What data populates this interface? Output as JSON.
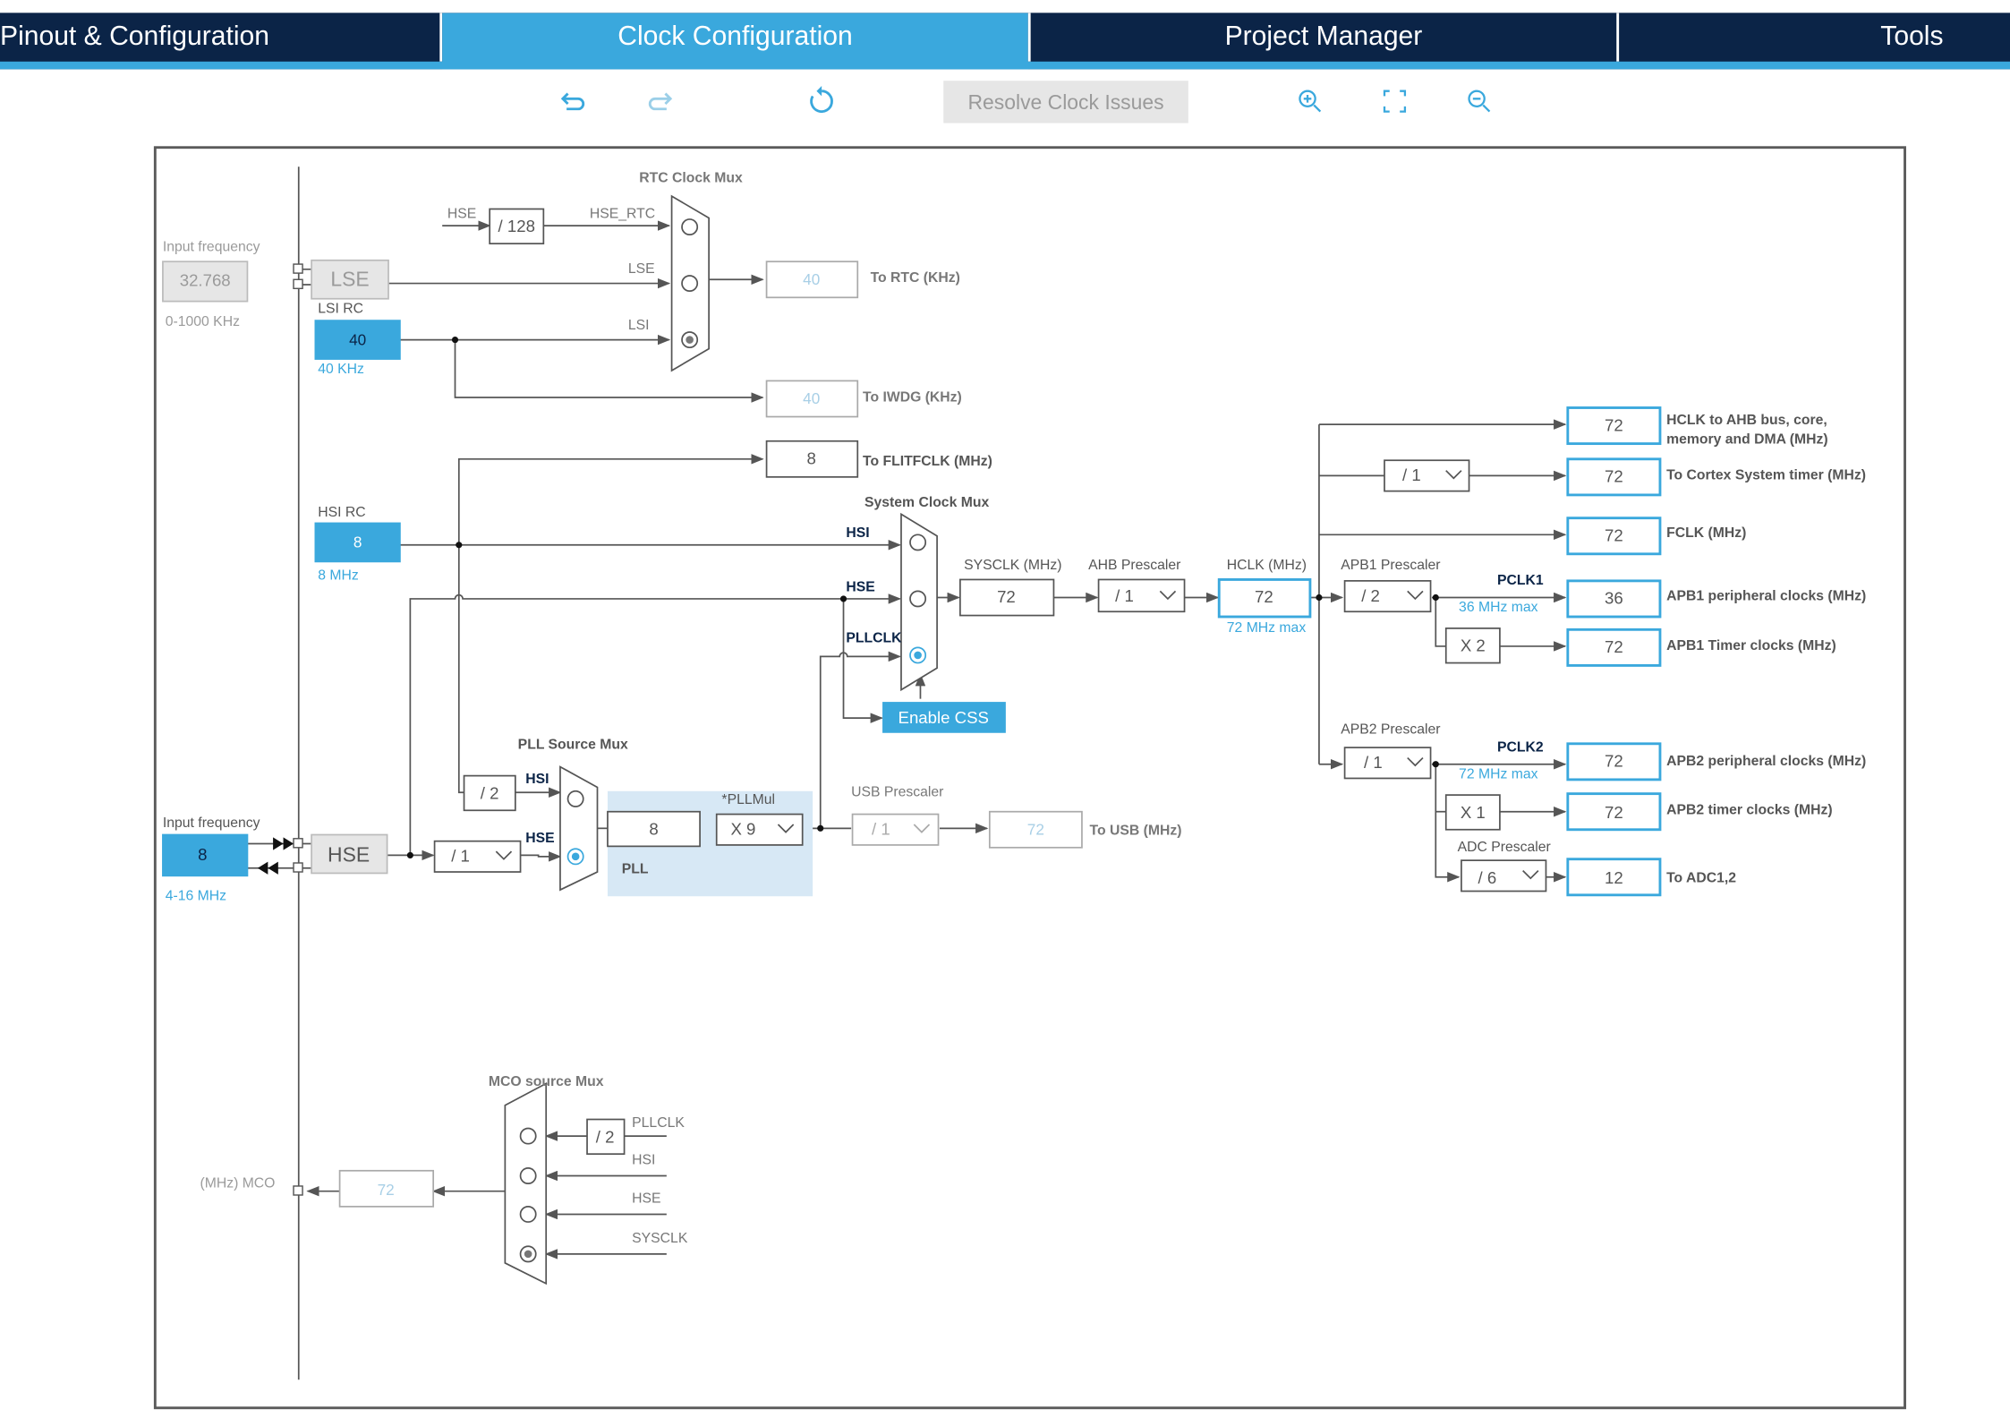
{
  "tabs": [
    {
      "label": "Pinout & Configuration",
      "active": false
    },
    {
      "label": "Clock Configuration",
      "active": true
    },
    {
      "label": "Project Manager",
      "active": false
    },
    {
      "label": "Tools",
      "active": false
    }
  ],
  "toolbar": {
    "undo_icon": "undo-icon",
    "redo_icon": "redo-icon",
    "reset_icon": "reset-icon",
    "resolve_label": "Resolve Clock Issues",
    "zoom_in_icon": "zoom-in-icon",
    "fit_icon": "fit-to-screen-icon",
    "zoom_out_icon": "zoom-out-icon"
  },
  "colors": {
    "accent": "#3aa8dd",
    "navy": "#0b2447",
    "line": "#555555",
    "gray_text": "#9a9a9a"
  },
  "diagram": {
    "lse_input": {
      "label": "Input frequency",
      "value": "32.768",
      "range": "0-1000 KHz"
    },
    "lse_box": "LSE",
    "lsi": {
      "label": "LSI RC",
      "value": "40",
      "unit": "40 KHz"
    },
    "hsi": {
      "label": "HSI RC",
      "value": "8",
      "unit": "8 MHz"
    },
    "hse_input": {
      "label": "Input frequency",
      "value": "8",
      "range": "4-16 MHz"
    },
    "hse_box": "HSE",
    "rtc_mux": {
      "title": "RTC Clock Mux",
      "hse_in": "HSE",
      "div128": "/ 128",
      "hse_rtc": "HSE_RTC",
      "lse": "LSE",
      "lsi": "LSI"
    },
    "to_rtc": {
      "value": "40",
      "label": "To RTC (KHz)"
    },
    "to_iwdg": {
      "value": "40",
      "label": "To IWDG (KHz)"
    },
    "to_flitf": {
      "value": "8",
      "label": "To FLITFCLK (MHz)"
    },
    "sys_mux": {
      "title": "System Clock Mux",
      "hsi": "HSI",
      "hse": "HSE",
      "pllclk": "PLLCLK"
    },
    "enable_css": "Enable CSS",
    "sysclk": {
      "label": "SYSCLK (MHz)",
      "value": "72"
    },
    "ahb": {
      "label": "AHB Prescaler",
      "value": "/ 1"
    },
    "hclk": {
      "label": "HCLK (MHz)",
      "value": "72",
      "note": "72 MHz max"
    },
    "pll_src_mux": {
      "title": "PLL Source Mux",
      "hsi": "HSI",
      "hse": "HSE",
      "div2": "/ 2"
    },
    "hse_prediv": "/ 1",
    "pll": {
      "input": "8",
      "mul_label": "*PLLMul",
      "mul": "X 9",
      "label": "PLL"
    },
    "usb": {
      "label": "USB Prescaler",
      "value": "/ 1",
      "out": "72",
      "out_label": "To USB (MHz)"
    },
    "ahb_out": {
      "value": "72",
      "label": "HCLK to AHB bus, core,",
      "label2": "memory and DMA (MHz)"
    },
    "cortex_div": "/ 1",
    "cortex_out": {
      "value": "72",
      "label": "To Cortex System timer (MHz)"
    },
    "fclk": {
      "value": "72",
      "label": "FCLK (MHz)"
    },
    "apb1": {
      "label": "APB1 Prescaler",
      "value": "/ 2",
      "pclk": "PCLK1",
      "note": "36 MHz max"
    },
    "apb1_periph": {
      "value": "36",
      "label": "APB1 peripheral clocks (MHz)"
    },
    "apb1_timer_mul": "X 2",
    "apb1_timer": {
      "value": "72",
      "label": "APB1 Timer clocks (MHz)"
    },
    "apb2": {
      "label": "APB2 Prescaler",
      "value": "/ 1",
      "pclk": "PCLK2",
      "note": "72 MHz max"
    },
    "apb2_periph": {
      "value": "72",
      "label": "APB2 peripheral clocks (MHz)"
    },
    "apb2_timer_mul": "X 1",
    "apb2_timer": {
      "value": "72",
      "label": "APB2 timer clocks (MHz)"
    },
    "adc": {
      "label": "ADC Prescaler",
      "value": "/ 6",
      "out": "12",
      "out_label": "To ADC1,2"
    },
    "mco_mux": {
      "title": "MCO source Mux",
      "div2": "/ 2",
      "pllclk": "PLLCLK",
      "hsi": "HSI",
      "hse": "HSE",
      "sysclk": "SYSCLK"
    },
    "mco": {
      "value": "72",
      "label": "(MHz) MCO"
    }
  }
}
